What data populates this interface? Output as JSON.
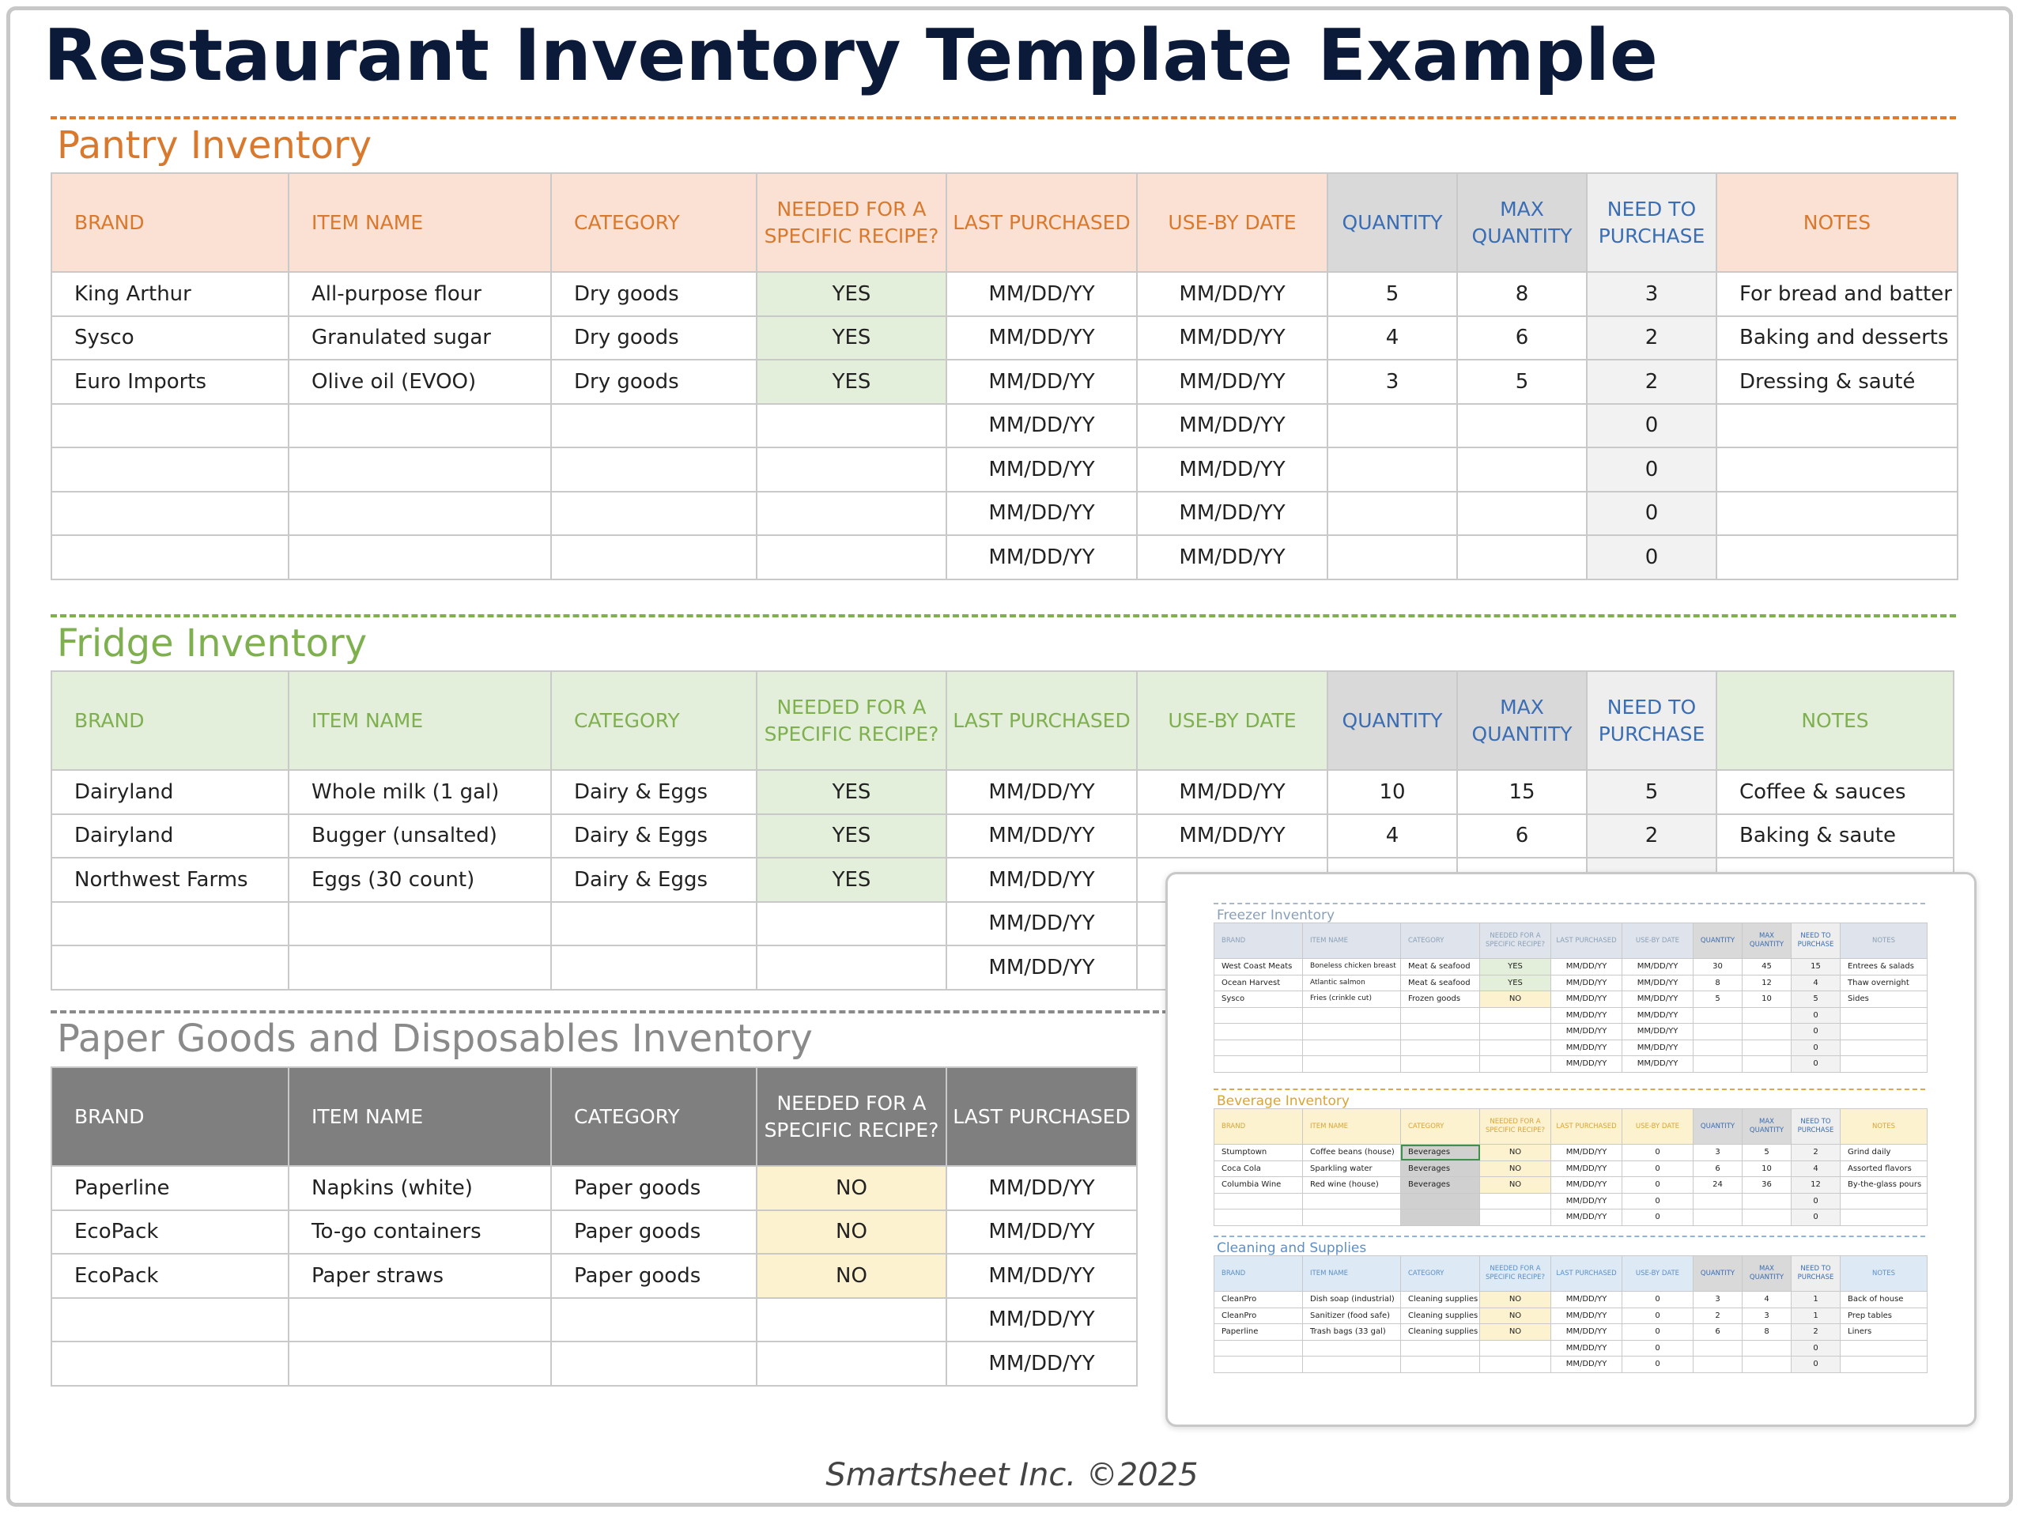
{
  "title": "Restaurant Inventory Template Example",
  "headers": [
    "BRAND",
    "ITEM NAME",
    "CATEGORY",
    "NEEDED FOR A SPECIFIC RECIPE?",
    "LAST PURCHASED",
    "USE-BY DATE",
    "QUANTITY",
    "MAX QUANTITY",
    "NEED TO PURCHASE",
    "NOTES"
  ],
  "pantry": {
    "title": "Pantry Inventory",
    "rows": [
      [
        "King Arthur",
        "All-purpose flour",
        "Dry goods",
        "YES",
        "MM/DD/YY",
        "MM/DD/YY",
        "5",
        "8",
        "3",
        "For bread and batter"
      ],
      [
        "Sysco",
        "Granulated sugar",
        "Dry goods",
        "YES",
        "MM/DD/YY",
        "MM/DD/YY",
        "4",
        "6",
        "2",
        "Baking and desserts"
      ],
      [
        "Euro Imports",
        "Olive oil (EVOO)",
        "Dry goods",
        "YES",
        "MM/DD/YY",
        "MM/DD/YY",
        "3",
        "5",
        "2",
        "Dressing & sauté"
      ],
      [
        "",
        "",
        "",
        "",
        "MM/DD/YY",
        "MM/DD/YY",
        "",
        "",
        "0",
        ""
      ],
      [
        "",
        "",
        "",
        "",
        "MM/DD/YY",
        "MM/DD/YY",
        "",
        "",
        "0",
        ""
      ],
      [
        "",
        "",
        "",
        "",
        "MM/DD/YY",
        "MM/DD/YY",
        "",
        "",
        "0",
        ""
      ],
      [
        "",
        "",
        "",
        "",
        "MM/DD/YY",
        "MM/DD/YY",
        "",
        "",
        "0",
        ""
      ]
    ]
  },
  "fridge": {
    "title": "Fridge Inventory",
    "rows": [
      [
        "Dairyland",
        "Whole milk (1 gal)",
        "Dairy & Eggs",
        "YES",
        "MM/DD/YY",
        "MM/DD/YY",
        "10",
        "15",
        "5",
        "Coffee & sauces"
      ],
      [
        "Dairyland",
        "Bugger (unsalted)",
        "Dairy & Eggs",
        "YES",
        "MM/DD/YY",
        "MM/DD/YY",
        "4",
        "6",
        "2",
        "Baking & saute"
      ],
      [
        "Northwest Farms",
        "Eggs (30 count)",
        "Dairy & Eggs",
        "YES",
        "MM/DD/YY",
        "",
        "",
        "",
        "",
        ""
      ],
      [
        "",
        "",
        "",
        "",
        "MM/DD/YY",
        "",
        "",
        "",
        "",
        ""
      ],
      [
        "",
        "",
        "",
        "",
        "MM/DD/YY",
        "",
        "",
        "",
        "",
        ""
      ]
    ]
  },
  "paper": {
    "title": "Paper Goods and Disposables Inventory",
    "rows": [
      [
        "Paperline",
        "Napkins (white)",
        "Paper goods",
        "NO",
        "MM/DD/YY"
      ],
      [
        "EcoPack",
        "To-go containers",
        "Paper goods",
        "NO",
        "MM/DD/YY"
      ],
      [
        "EcoPack",
        "Paper straws",
        "Paper goods",
        "NO",
        "MM/DD/YY"
      ],
      [
        "",
        "",
        "",
        "",
        "MM/DD/YY"
      ],
      [
        "",
        "",
        "",
        "",
        "MM/DD/YY"
      ]
    ]
  },
  "preview": {
    "freezer": {
      "title": "Freezer Inventory",
      "rows": [
        [
          "West Coast Meats",
          "Boneless chicken breast",
          "Meat & seafood",
          "YES",
          "MM/DD/YY",
          "MM/DD/YY",
          "30",
          "45",
          "15",
          "Entrees & salads"
        ],
        [
          "Ocean Harvest",
          "Atlantic salmon",
          "Meat & seafood",
          "YES",
          "MM/DD/YY",
          "MM/DD/YY",
          "8",
          "12",
          "4",
          "Thaw overnight"
        ],
        [
          "Sysco",
          "Fries (crinkle cut)",
          "Frozen goods",
          "NO",
          "MM/DD/YY",
          "MM/DD/YY",
          "5",
          "10",
          "5",
          "Sides"
        ],
        [
          "",
          "",
          "",
          "",
          "MM/DD/YY",
          "MM/DD/YY",
          "",
          "",
          "0",
          ""
        ],
        [
          "",
          "",
          "",
          "",
          "MM/DD/YY",
          "MM/DD/YY",
          "",
          "",
          "0",
          ""
        ],
        [
          "",
          "",
          "",
          "",
          "MM/DD/YY",
          "MM/DD/YY",
          "",
          "",
          "0",
          ""
        ],
        [
          "",
          "",
          "",
          "",
          "MM/DD/YY",
          "MM/DD/YY",
          "",
          "",
          "0",
          ""
        ]
      ]
    },
    "beverage": {
      "title": "Beverage Inventory",
      "rows": [
        [
          "Stumptown",
          "Coffee beans (house)",
          "Beverages",
          "NO",
          "MM/DD/YY",
          "0",
          "3",
          "5",
          "2",
          "Grind daily"
        ],
        [
          "Coca Cola",
          "Sparkling water",
          "Beverages",
          "NO",
          "MM/DD/YY",
          "0",
          "6",
          "10",
          "4",
          "Assorted flavors"
        ],
        [
          "Columbia Wine",
          "Red wine (house)",
          "Beverages",
          "NO",
          "MM/DD/YY",
          "0",
          "24",
          "36",
          "12",
          "By-the-glass pours"
        ],
        [
          "",
          "",
          "",
          "",
          "MM/DD/YY",
          "0",
          "",
          "",
          "0",
          ""
        ],
        [
          "",
          "",
          "",
          "",
          "MM/DD/YY",
          "0",
          "",
          "",
          "0",
          ""
        ]
      ]
    },
    "cleaning": {
      "title": "Cleaning and Supplies",
      "rows": [
        [
          "CleanPro",
          "Dish soap (industrial)",
          "Cleaning supplies",
          "NO",
          "MM/DD/YY",
          "0",
          "3",
          "4",
          "1",
          "Back of house"
        ],
        [
          "CleanPro",
          "Sanitizer (food safe)",
          "Cleaning supplies",
          "NO",
          "MM/DD/YY",
          "0",
          "2",
          "3",
          "1",
          "Prep tables"
        ],
        [
          "Paperline",
          "Trash bags (33 gal)",
          "Cleaning supplies",
          "NO",
          "MM/DD/YY",
          "0",
          "6",
          "8",
          "2",
          "Liners"
        ],
        [
          "",
          "",
          "",
          "",
          "MM/DD/YY",
          "0",
          "",
          "",
          "0",
          ""
        ],
        [
          "",
          "",
          "",
          "",
          "MM/DD/YY",
          "0",
          "",
          "",
          "0",
          ""
        ]
      ]
    }
  },
  "footer": "Smartsheet Inc. ©2025",
  "colors": {
    "title": "#0c1a3a",
    "pantry_accent": "#d9792e",
    "pantry_header_bg": "#fbe1d3",
    "fridge_accent": "#7fb04f",
    "fridge_header_bg": "#e3efda",
    "paper_header_bg": "#7f7f7f",
    "quantity_text": "#3a6db3",
    "yes_bg": "#e3efda",
    "no_bg": "#fdf2cf"
  }
}
